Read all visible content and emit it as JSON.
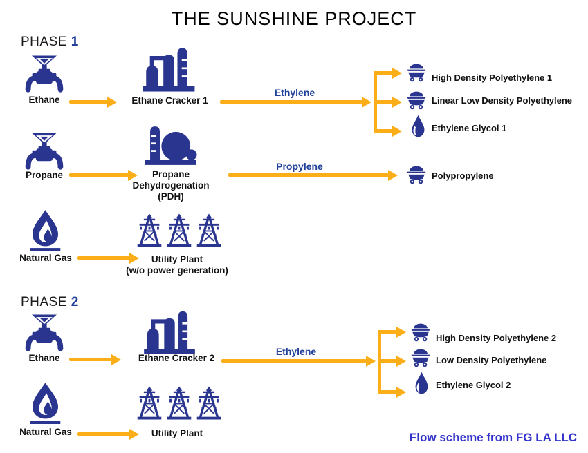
{
  "title": "THE SUNSHINE PROJECT",
  "credit": "Flow scheme from FG LA LLC",
  "colors": {
    "icon_navy": "#2A3590",
    "arrow_gold": "#FBAE17",
    "stream_blue": "#21409A",
    "credit_blue": "#3333CC",
    "text_black": "#111111"
  },
  "phase1": {
    "name": "PHASE",
    "number": "1",
    "ethane": {
      "source": "Ethane",
      "source_icon": "valve-icon",
      "plant": "Ethane Cracker 1",
      "plant_icon": "cracker-plant-icon",
      "stream": "Ethylene",
      "products": [
        {
          "label": "High Density Polyethylene 1",
          "icon": "hopper-cart-icon"
        },
        {
          "label": "Linear Low Density Polyethylene",
          "icon": "hopper-cart-icon"
        },
        {
          "label": "Ethylene Glycol 1",
          "icon": "droplet-icon"
        }
      ]
    },
    "propane": {
      "source": "Propane",
      "source_icon": "valve-icon",
      "plant_line1": "Propane",
      "plant_line2": "Dehydrogenation",
      "plant_line3": "(PDH)",
      "plant_icon": "pdh-plant-icon",
      "stream": "Propylene",
      "products": [
        {
          "label": "Polypropylene",
          "icon": "hopper-cart-icon"
        }
      ]
    },
    "natural_gas": {
      "source": "Natural Gas",
      "source_icon": "flame-icon",
      "plant_line1": "Utility Plant",
      "plant_line2": "(w/o power generation)",
      "plant_icon": "transmission-towers-icon"
    }
  },
  "phase2": {
    "name": "PHASE",
    "number": "2",
    "ethane": {
      "source": "Ethane",
      "source_icon": "valve-icon",
      "plant": "Ethane Cracker 2",
      "plant_icon": "cracker-plant-icon",
      "stream": "Ethylene",
      "products": [
        {
          "label": "High Density Polyethylene 2",
          "icon": "hopper-cart-icon"
        },
        {
          "label": "Low Density Polyethylene",
          "icon": "hopper-cart-icon"
        },
        {
          "label": "Ethylene Glycol 2",
          "icon": "droplet-icon"
        }
      ]
    },
    "natural_gas": {
      "source": "Natural Gas",
      "source_icon": "flame-icon",
      "plant": "Utility Plant",
      "plant_icon": "transmission-towers-icon"
    }
  }
}
